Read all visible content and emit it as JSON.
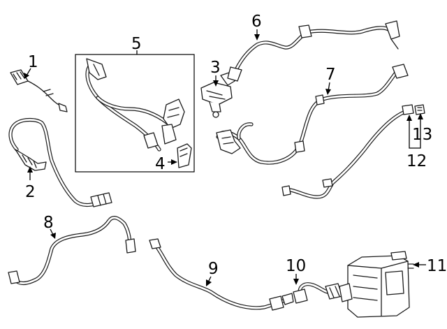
{
  "callouts": {
    "c1": "1",
    "c2": "2",
    "c3": "3",
    "c4": "4",
    "c5": "5",
    "c6": "6",
    "c7": "7",
    "c8": "8",
    "c9": "9",
    "c10": "10",
    "c11": "11",
    "c12": "12",
    "c13": "13"
  },
  "colors": {
    "line": "#1a1a1a",
    "background": "#ffffff"
  }
}
